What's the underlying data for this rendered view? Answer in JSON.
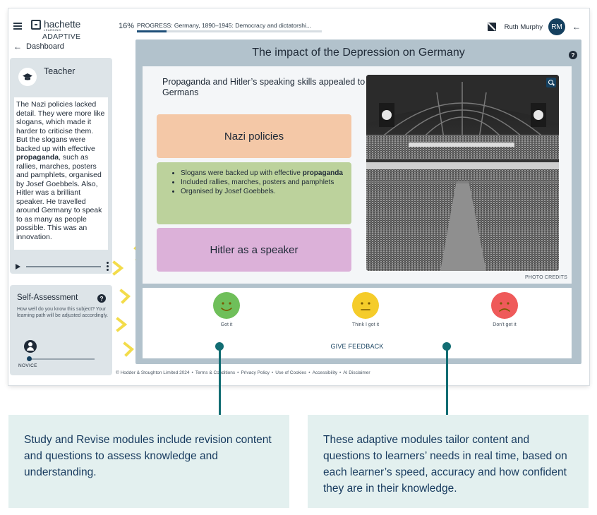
{
  "header": {
    "logo_text": "hachette",
    "logo_sub": "LEARNING",
    "logo_adaptive": "ADAPTIVE",
    "dashboard_label": "Dashboard",
    "progress_percent": "16%",
    "progress_label": "PROGRESS: Germany, 1890–1945: Democracy and dictatorshi...",
    "progress_fraction": 0.16,
    "user_name": "Ruth Murphy",
    "user_initials": "RM"
  },
  "teacher": {
    "title": "Teacher",
    "text_before": "The Nazi policies lacked detail. They were more like slogans, which made it harder to criticise them. But the slogans were backed up with effective ",
    "text_bold": "propaganda",
    "text_after": ", such as rallies, marches, posters and pamphlets, organised by Josef Goebbels. Also, Hitler was a brilliant speaker. He travelled around Germany to speak to as many as people possible. This was an innovation."
  },
  "self_assessment": {
    "title": "Self-Assessment",
    "description": "How well do you know this subject? Your learning path will be adjusted accordingly.",
    "level": "NOVICE",
    "level_fraction": 0.0
  },
  "lesson": {
    "title": "The impact of the Depression on Germany",
    "heading": "Propaganda and Hitler’s speaking skills appealed to Germans",
    "box_policies": "Nazi policies",
    "bullets": [
      {
        "text": "Slogans were backed up with effective ",
        "bold": "propaganda"
      },
      {
        "text": "Included rallies, marches, posters and pamphlets",
        "bold": ""
      },
      {
        "text": "Organised by Josef Goebbels.",
        "bold": ""
      }
    ],
    "box_speaker": "Hitler as a speaker",
    "photo_credits": "PHOTO CREDITS",
    "feedback_options": [
      {
        "label": "Got it",
        "color": "#6fbf5a",
        "mood": "happy"
      },
      {
        "label": "Think I got it",
        "color": "#f5cc2a",
        "mood": "neutral"
      },
      {
        "label": "Don’t get it",
        "color": "#ef5a5a",
        "mood": "sad"
      }
    ],
    "give_feedback": "GIVE FEEDBACK"
  },
  "footer": {
    "items": [
      "© Hodder & Stoughton Limited 2024",
      "Terms & Conditions",
      "Privacy Policy",
      "Use of Cookies",
      "Accessibility",
      "AI Disclaimer"
    ]
  },
  "callouts": {
    "left": "Study and Revise modules include revision content and questions to assess knowledge and understanding.",
    "right": "These adaptive modules tailor content and questions to learners’ needs in real time, based on each learner’s speed, accuracy and how confident they are in their knowledge."
  },
  "colors": {
    "accent": "#15405f",
    "teal": "#126d73",
    "panel": "#dde4e8",
    "lesson_bg": "#b2c2cc",
    "callout_bg": "#e3f0ef"
  }
}
